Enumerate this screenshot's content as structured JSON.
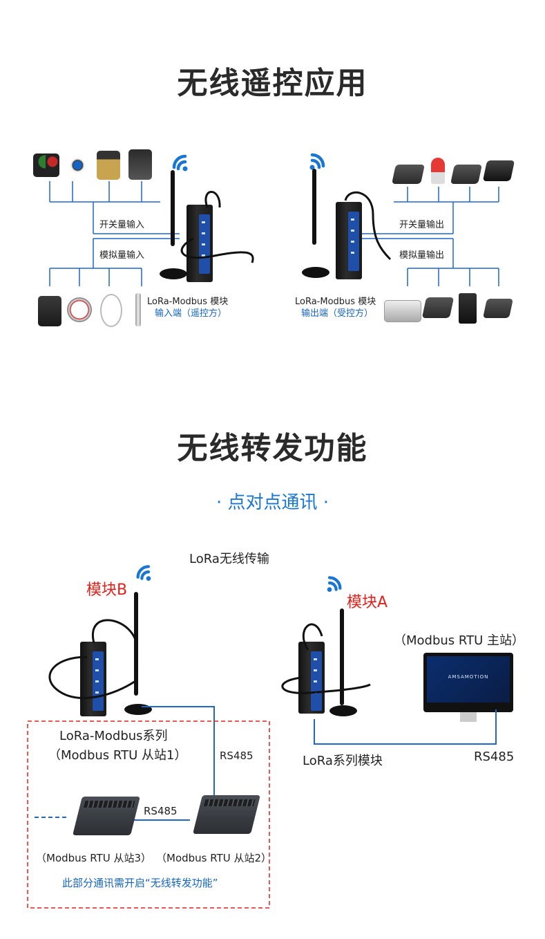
{
  "section1": {
    "title": "无线遥控应用",
    "left": {
      "label_digital": "开关量输入",
      "label_analog": "模拟量输入",
      "module_name": "LoRa-Modbus 模块",
      "module_role": "输入端（遥控方）"
    },
    "right": {
      "label_digital": "开关量输出",
      "label_analog": "模拟量输出",
      "module_name": "LoRa-Modbus 模块",
      "module_role": "输出端（受控方）"
    }
  },
  "section2": {
    "title": "无线转发功能",
    "subtitle": "· 点对点通讯 ·",
    "wireless_label": "LoRa无线传输",
    "module_b": "模块B",
    "module_a": "模块A",
    "master_label": "（Modbus RTU 主站）",
    "series_label": "LoRa-Modbus系列",
    "slave1_label": "（Modbus RTU 从站1）",
    "rs485_left": "RS485",
    "rs485_mid": "RS485",
    "rs485_right": "RS485",
    "lora_module_label": "LoRa系列模块",
    "slave3_label": "（Modbus RTU 从站3）",
    "slave2_label": "（Modbus RTU 从站2）",
    "note": "此部分通讯需开启“无线转发功能”",
    "screen_brand": "AMSAMOTION"
  },
  "colors": {
    "accent_blue": "#1976d2",
    "line_blue": "#1e66c8",
    "dashed_red": "#e0211b",
    "device_panel": "#1f4fa8"
  }
}
